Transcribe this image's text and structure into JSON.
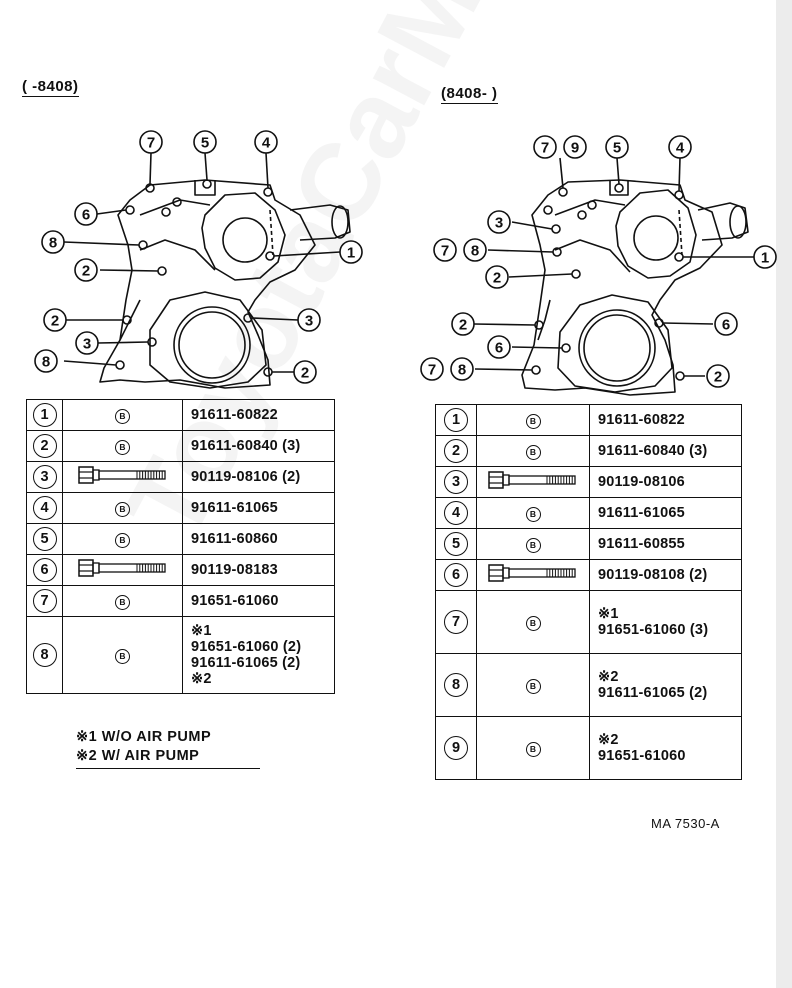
{
  "left_range": "(      -8408)",
  "right_range": "(8408-      )",
  "bolt_symbol": "B",
  "left_diagram_callouts": [
    "7",
    "5",
    "4",
    "6",
    "8",
    "1",
    "2",
    "2",
    "3",
    "3",
    "8",
    "2"
  ],
  "right_diagram_callouts": [
    "7",
    "9",
    "5",
    "4",
    "3",
    "7",
    "8",
    "1",
    "2",
    "2",
    "6",
    "6",
    "7",
    "8",
    "2"
  ],
  "left_table": [
    {
      "num": "1",
      "part": "bolt",
      "lines": [
        "91611-60822"
      ]
    },
    {
      "num": "2",
      "part": "bolt",
      "lines": [
        "91611-60840 (3)"
      ]
    },
    {
      "num": "3",
      "part": "long-bolt",
      "lines": [
        "90119-08106 (2)"
      ]
    },
    {
      "num": "4",
      "part": "bolt",
      "lines": [
        "91611-61065"
      ]
    },
    {
      "num": "5",
      "part": "bolt",
      "lines": [
        "91611-60860"
      ]
    },
    {
      "num": "6",
      "part": "long-bolt",
      "lines": [
        "90119-08183"
      ]
    },
    {
      "num": "7",
      "part": "bolt",
      "lines": [
        "91651-61060"
      ]
    },
    {
      "num": "8",
      "part": "bolt",
      "lines": [
        "※1",
        "91651-61060 (2)",
        "91611-61065 (2)",
        "※2"
      ]
    }
  ],
  "right_table": [
    {
      "num": "1",
      "part": "bolt",
      "lines": [
        "91611-60822"
      ]
    },
    {
      "num": "2",
      "part": "bolt",
      "lines": [
        "91611-60840 (3)"
      ]
    },
    {
      "num": "3",
      "part": "long-bolt",
      "lines": [
        "90119-08106"
      ]
    },
    {
      "num": "4",
      "part": "bolt",
      "lines": [
        "91611-61065"
      ]
    },
    {
      "num": "5",
      "part": "bolt",
      "lines": [
        "91611-60855"
      ]
    },
    {
      "num": "6",
      "part": "long-bolt",
      "lines": [
        "90119-08108 (2)"
      ]
    },
    {
      "num": "7",
      "part": "bolt",
      "lines": [
        "※1",
        "91651-61060 (3)"
      ]
    },
    {
      "num": "8",
      "part": "bolt",
      "lines": [
        "※2",
        "91611-61065 (2)"
      ]
    },
    {
      "num": "9",
      "part": "bolt",
      "lines": [
        "※2",
        "91651-61060"
      ]
    }
  ],
  "notes": [
    "※1  W/O AIR PUMP",
    "※2  W/ AIR PUMP"
  ],
  "figure_id": "MA  7530-A",
  "watermark": "ToyotaCarManual.ru"
}
